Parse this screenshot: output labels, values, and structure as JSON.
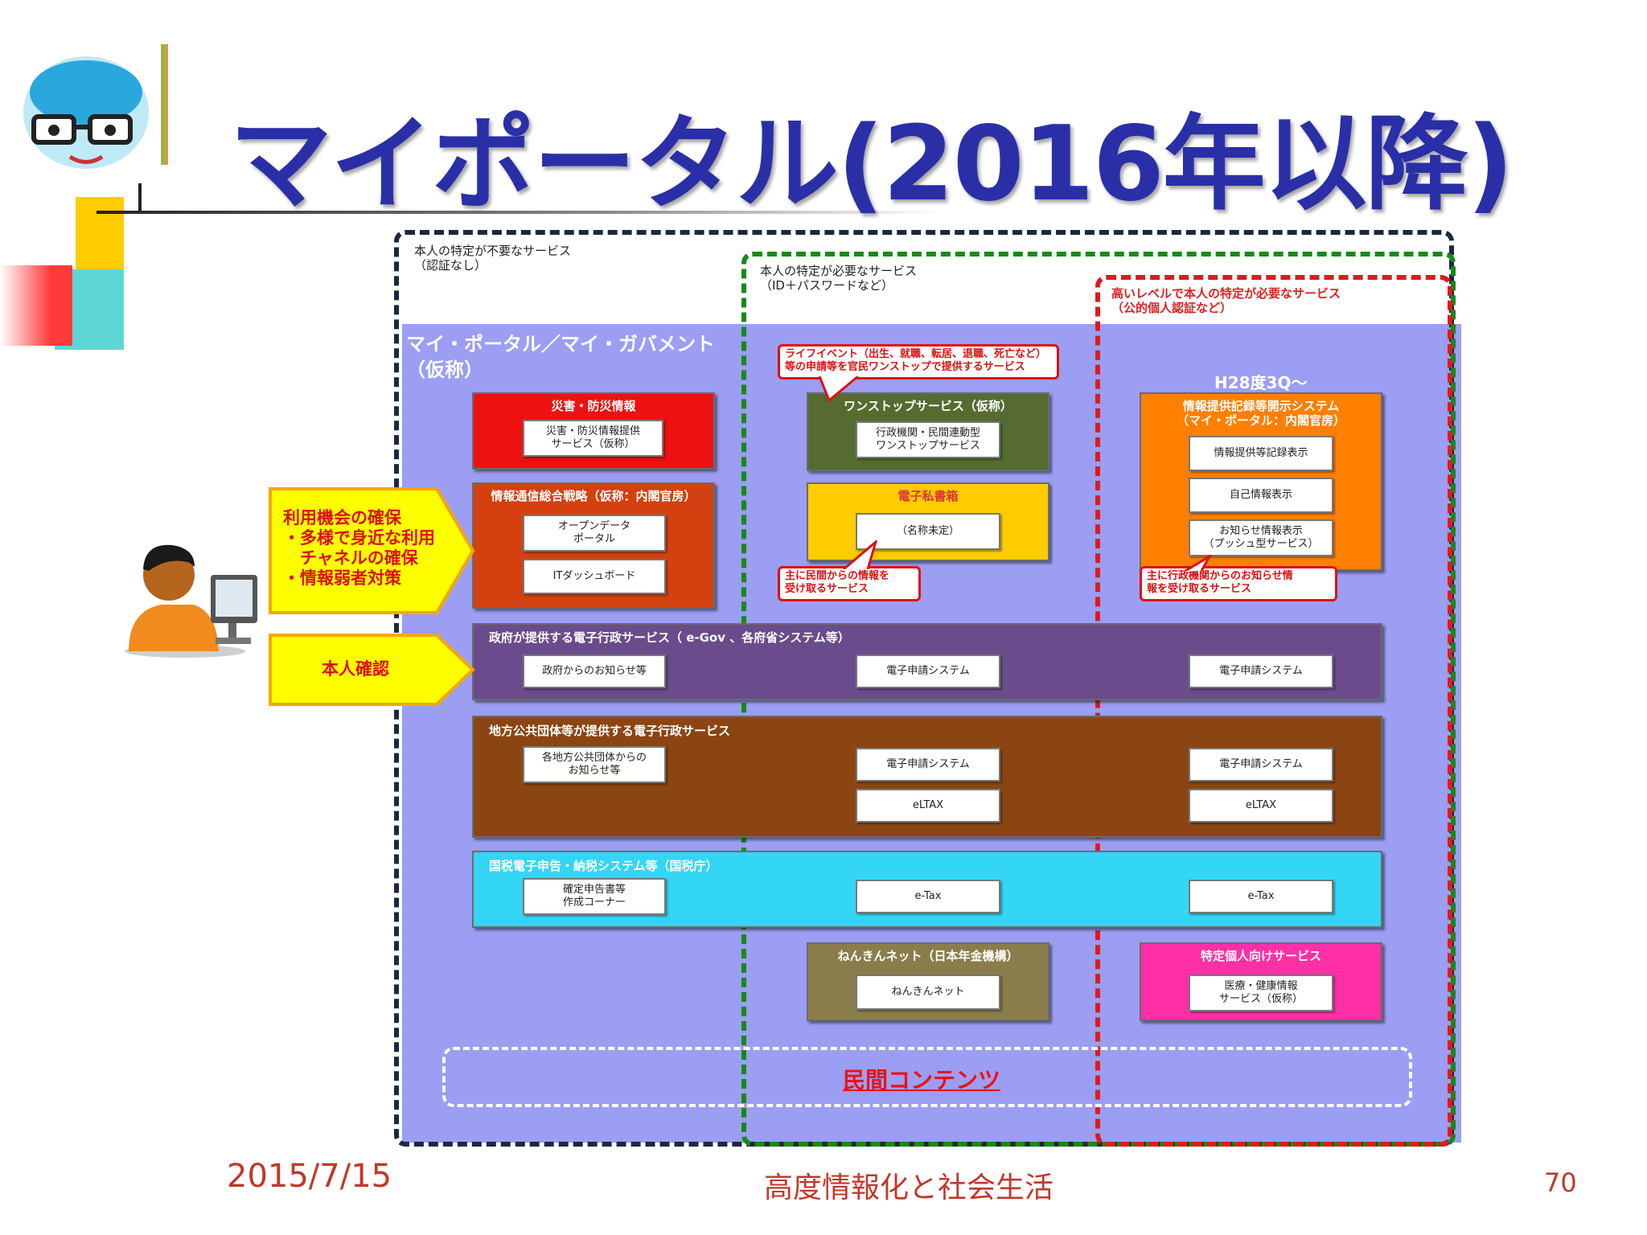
{
  "slide": {
    "title": "マイポータル(2016年以降)",
    "date": "2015/7/15",
    "course": "高度情報化と社会生活",
    "page_number": "70"
  },
  "zones": {
    "no_auth": {
      "label": "本人の特定が不要なサービス\n（認証なし）"
    },
    "auth": {
      "label": "本人の特定が必要なサービス\n（ID＋パスワードなど）"
    },
    "high_auth": {
      "label": "高いレベルで本人の特定が必要なサービス\n（公的個人認証など）"
    }
  },
  "panel": {
    "title": "マイ・ポータル／マイ・ガバメント\n（仮称）",
    "h28": "H28度3Q～"
  },
  "boxes": {
    "disaster": {
      "title": "災害・防災情報",
      "item": "災害・防災情報提供\nサービス（仮称）"
    },
    "it_strategy": {
      "title": "情報通信総合戦略（仮称：内閣官房）",
      "items": [
        "オープンデータ\nポータル",
        "ITダッシュボード"
      ]
    },
    "onestop": {
      "title": "ワンストップサービス（仮称）",
      "item": "行政機関・民間連動型\nワンストップサービス"
    },
    "postbox": {
      "title": "電子私書箱",
      "item": "（名称未定）"
    },
    "disclosure": {
      "title": "情報提供記録等開示システム\n（マイ・ポータル：内閣官房）",
      "items": [
        "情報提供等記録表示",
        "自己情報表示",
        "お知らせ情報表示\n（プッシュ型サービス）"
      ]
    },
    "nenkin": {
      "title": "ねんきんネット（日本年金機構）",
      "item": "ねんきんネット"
    },
    "special": {
      "title": "特定個人向けサービス",
      "item": "医療・健康情報\nサービス（仮称）"
    }
  },
  "rows": {
    "gov": {
      "title": "政府が提供する電子行政サービス（ e-Gov 、各府省システム等）",
      "items": [
        "政府からのお知らせ等",
        "電子申請システム",
        "電子申請システム"
      ]
    },
    "local": {
      "title": "地方公共団体等が提供する電子行政サービス",
      "items": [
        "各地方公共団体からの\nお知らせ等",
        "電子申請システム",
        "電子申請システム",
        "eLTAX",
        "eLTAX"
      ]
    },
    "tax": {
      "title": "国税電子申告・納税システム等（国税庁）",
      "items": [
        "確定申告書等\n作成コーナー",
        "e-Tax",
        "e-Tax"
      ]
    }
  },
  "callouts": {
    "life_event": "ライフイベント（出生、就職、転居、退職、死亡など）\n等の申請等を官民ワンストップで提供するサービス",
    "private_info": "主に民間からの情報を\n受け取るサービス",
    "gov_notice": "主に行政機関からのお知らせ情\n報を受け取るサービス"
  },
  "side": {
    "access": "利用機会の確保\n・多様で身近な利用\n　チャネルの確保\n・情報弱者対策",
    "identity": "本人確認"
  },
  "private_contents": "民間コンテンツ",
  "colors": {
    "title": "#2a2fa8",
    "panel": "#9b9ef2",
    "red_box": "#ee1111",
    "orange_red_box": "#d4400f",
    "olive_box": "#556b2f",
    "yellow_box": "#ffcc00",
    "orange_box": "#ff7f00",
    "purple_row": "#6a4c8c",
    "brown_row": "#8b4513",
    "cyan_row": "#33d6f5",
    "khaki_box": "#8b7d4b",
    "magenta_box": "#ff2fa6"
  }
}
